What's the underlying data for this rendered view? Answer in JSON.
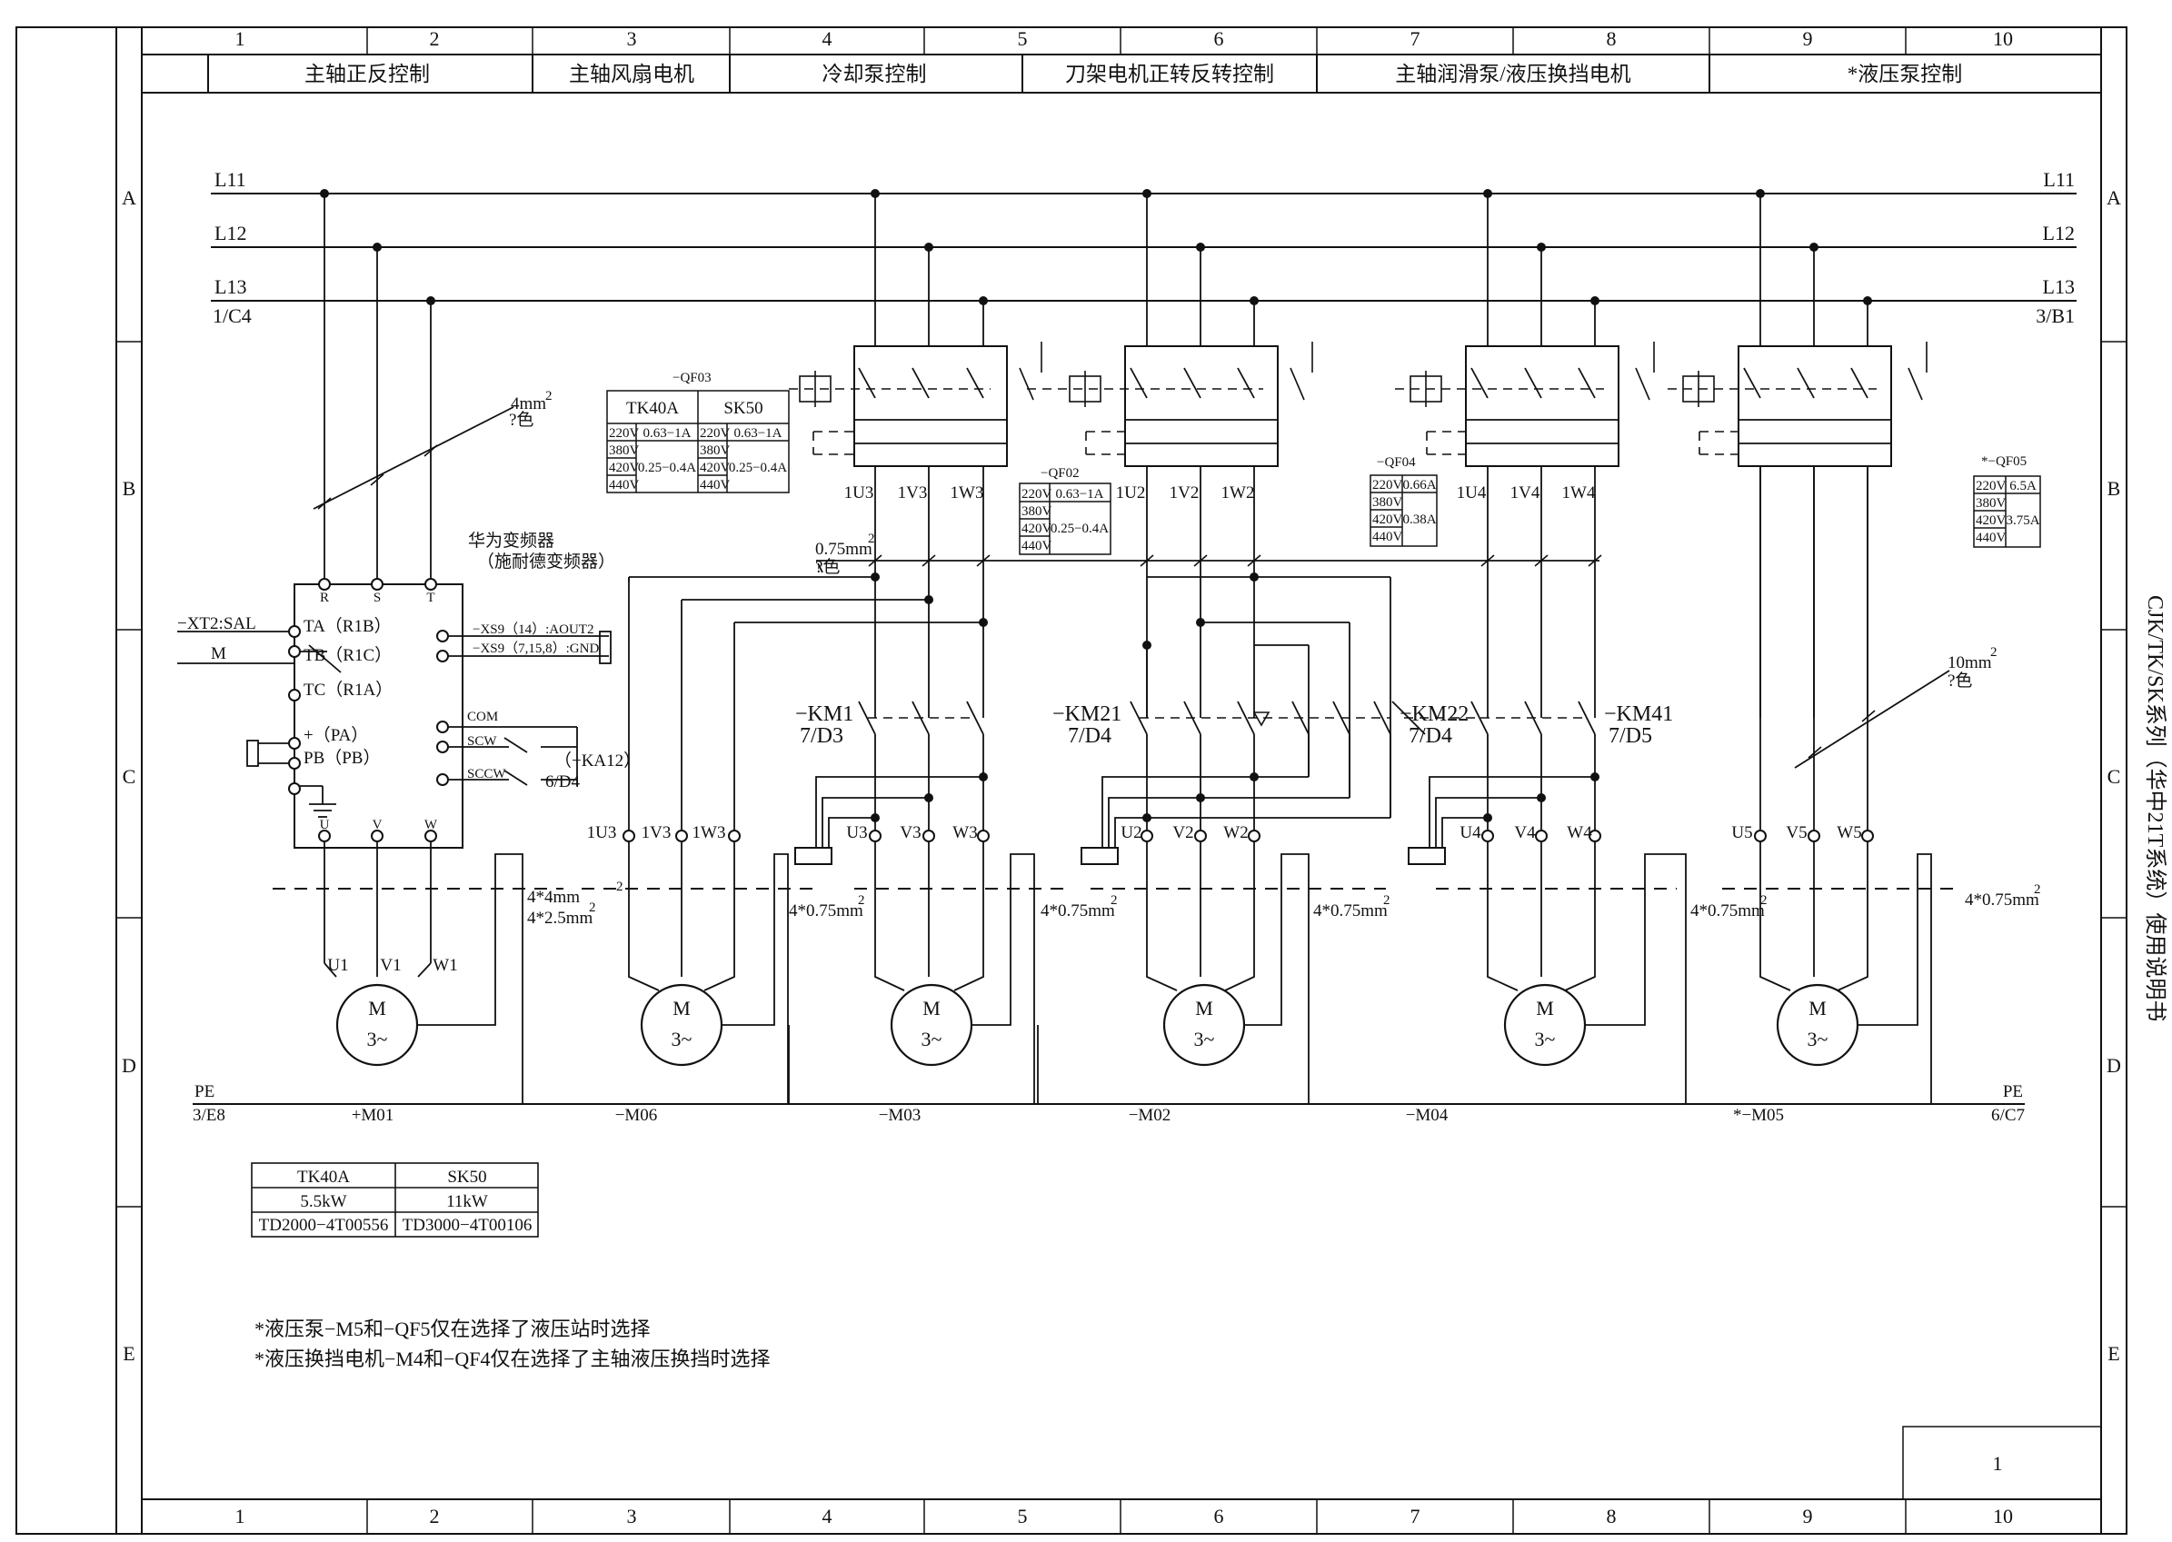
{
  "frame": {
    "columns": [
      "1",
      "2",
      "3",
      "4",
      "5",
      "6",
      "7",
      "8",
      "9",
      "10"
    ],
    "rows": [
      "A",
      "B",
      "C",
      "D",
      "E"
    ],
    "side_title": "CJK/TK/SK系列（华中21T系统）使用说明书",
    "page_number": "1"
  },
  "header": [
    "主轴正反控制",
    "主轴风扇电机",
    "冷却泵控制",
    "刀架电机正转反转控制",
    "主轴润滑泵/液压换挡电机",
    "*液压泵控制"
  ],
  "bus": {
    "l11": "L11",
    "l12": "L12",
    "l13": "L13",
    "left_ref": "1/C4",
    "right_ref": "3/B1"
  },
  "wire_left": {
    "area": "4mm",
    "exp": "2",
    "color": "?色"
  },
  "wire_mid": {
    "area": "0.75mm",
    "exp": "2",
    "color": "?色"
  },
  "wire_right": {
    "area": "10mm",
    "exp": "2",
    "color": "?色"
  },
  "inverter": {
    "title": "华为变频器",
    "subtitle": "（施耐德变频器）",
    "inputs": [
      "R",
      "S",
      "T"
    ],
    "outputs": [
      "U",
      "V",
      "W"
    ],
    "relay": [
      "TA（R1B）",
      "TB（R1C）",
      "TC（R1A）"
    ],
    "braking": [
      "+（PA）",
      "PB（PB）"
    ],
    "xt2": "−XT2:SAL",
    "m": "M",
    "aout": "−XS9（14）:AOUT2",
    "gnd": "−XS9（7,15,8）:GND",
    "com": "COM",
    "scw": "SCW",
    "sccw": "SCCW",
    "ka12": "（−KA12）",
    "ka12_ref": "6/D4"
  },
  "qf03_table": {
    "name": "−QF03",
    "headers": [
      "TK40A",
      "SK50"
    ],
    "voltages": [
      "220V",
      "380V",
      "420V",
      "440V"
    ],
    "tk_220": "0.63−1A",
    "tk_420": "0.25−0.4A",
    "sk_220": "0.63−1A",
    "sk_420": "0.25−0.4A"
  },
  "qf02_table": {
    "name": "−QF02",
    "voltages": [
      "220V",
      "380V",
      "420V",
      "440V"
    ],
    "r1": "0.63−1A",
    "r2": "0.25−0.4A"
  },
  "qf04_table": {
    "name": "−QF04",
    "voltages": [
      "220V",
      "380V",
      "420V",
      "440V"
    ],
    "r1": "0.66A",
    "r2": "0.38A"
  },
  "qf05_table": {
    "name": "*−QF05",
    "voltages": [
      "220V",
      "380V",
      "420V",
      "440V"
    ],
    "r1": "6.5A",
    "r2": "3.75A"
  },
  "terminals": {
    "g1": [
      "1U3",
      "1V3",
      "1W3"
    ],
    "g2": [
      "1U2",
      "1V2",
      "1W2"
    ],
    "g3": [
      "1U4",
      "1V4",
      "1W4"
    ],
    "m1": [
      "U1",
      "V1",
      "W1"
    ],
    "m3": [
      "U3",
      "V3",
      "W3"
    ],
    "m2": [
      "U2",
      "V2",
      "W2"
    ],
    "m4": [
      "U4",
      "V4",
      "W4"
    ],
    "m5": [
      "U5",
      "V5",
      "W5"
    ]
  },
  "contactors": {
    "km1": "−KM1",
    "km1_ref": "7/D3",
    "km21": "−KM21",
    "km21_ref": "7/D4",
    "km22": "−KM22",
    "km22_ref": "7/D4",
    "km41": "−KM41",
    "km41_ref": "7/D5"
  },
  "cables": {
    "c1a": "4*4mm",
    "c1b": "4*2.5mm",
    "c2": "4*0.75mm",
    "c3": "4*0.75mm",
    "c4": "4*0.75mm",
    "c5": "4*0.75mm",
    "c6": "4*0.75mm",
    "exp": "2"
  },
  "motor": {
    "m": "M",
    "phase": "3~"
  },
  "pe": {
    "label": "PE",
    "left_ref": "3/E8",
    "right_ref": "6/C7",
    "names": [
      "+M01",
      "−M06",
      "−M03",
      "−M02",
      "−M04",
      "*−M05"
    ]
  },
  "model_table": {
    "headers": [
      "TK40A",
      "SK50"
    ],
    "power": [
      "5.5kW",
      "11kW"
    ],
    "part": [
      "TD2000−4T00556",
      "TD3000−4T00106"
    ]
  },
  "notes": [
    "*液压泵−M5和−QF5仅在选择了液压站时选择",
    "*液压换挡电机−M4和−QF4仅在选择了主轴液压换挡时选择"
  ]
}
